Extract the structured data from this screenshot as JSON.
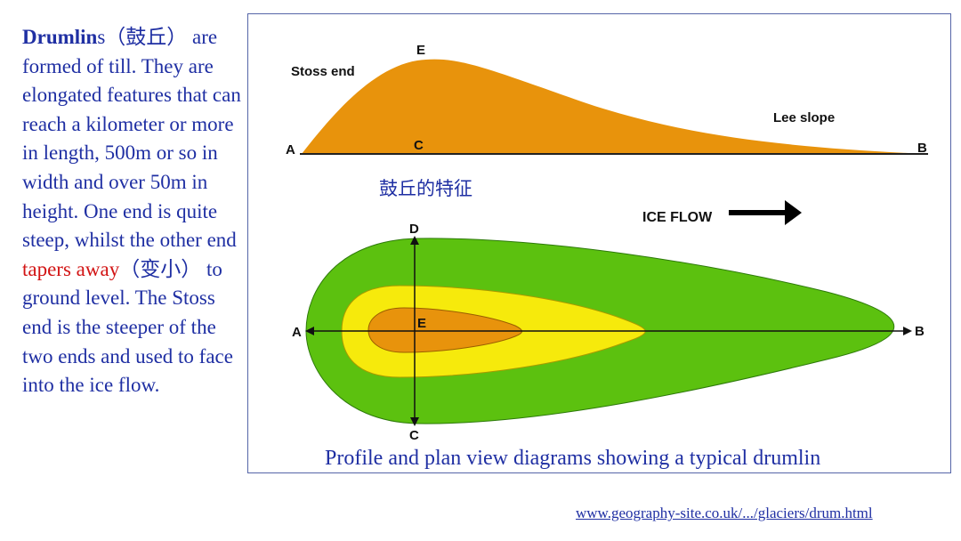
{
  "left_text": {
    "term": "Drumlin",
    "term_suffix": "s",
    "term_cn": "（鼓丘）",
    "line1": "are formed of till. They are elongated features that can reach a kilometer or more in length, 500m or so in width and over 50m in height. One end is quite steep, whilst the other end",
    "highlight": "tapers away",
    "highlight_cn": "（变小）",
    "line2": "to ground level. The Stoss end is the steeper of the two ends and used to face into the ice flow."
  },
  "profile": {
    "label_a": "A",
    "label_b": "B",
    "label_c": "C",
    "label_e": "E",
    "stoss_end": "Stoss end",
    "lee_slope": "Lee slope"
  },
  "heading_cn": "鼓丘的特征",
  "plan": {
    "ice_flow": "ICE FLOW",
    "label_a": "A",
    "label_b": "B",
    "label_c": "C",
    "label_d": "D",
    "label_e": "E"
  },
  "caption": "Profile and plan view diagrams showing a typical drumlin",
  "source_link": "www.geography-site.co.uk/.../glaciers/drum.html",
  "colors": {
    "text_blue": "#1f2fa3",
    "highlight_red": "#d21414",
    "orange": "#e8930c",
    "green": "#5cc10f",
    "yellow": "#f6ea0c"
  }
}
